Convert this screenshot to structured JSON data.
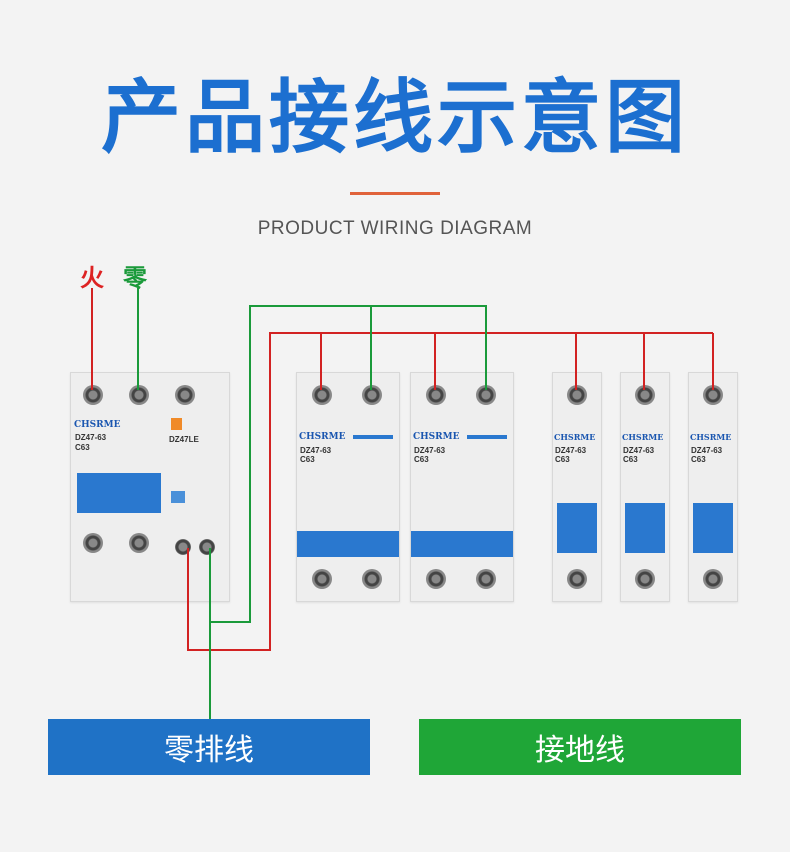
{
  "title": "产品接线示意图",
  "subtitle": "PRODUCT WIRING DIAGRAM",
  "labels": {
    "live": "火",
    "neutral": "零"
  },
  "boxes": {
    "neutral_bar": "零排线",
    "ground_wire": "接地线"
  },
  "colors": {
    "title": "#1c6fd0",
    "live": "#d22222",
    "neutral": "#1a9a3a",
    "box_blue": "#1f72c6",
    "box_green": "#1fa637"
  },
  "devices": {
    "rcbo": {
      "brand": "CHSRME",
      "model": "DZ47LE",
      "rating": "C63",
      "series": "DZ47-63"
    },
    "mcb": {
      "brand": "CHSRME",
      "series": "DZ47-63",
      "rating": "C63"
    }
  }
}
